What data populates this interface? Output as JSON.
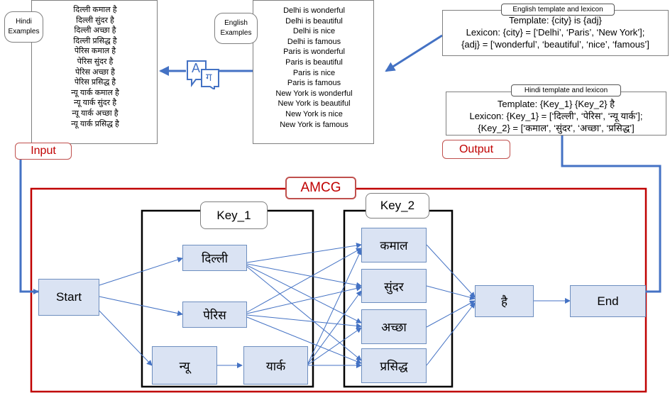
{
  "hindi_examples": {
    "label": "Hindi\nExamples",
    "sentences": [
      "दिल्ली कमाल है",
      "दिल्ली सुंदर है",
      "दिल्ली अच्छा है",
      "दिल्ली प्रसिद्ध है",
      "पेरिस कमाल है",
      "पेरिस सुंदर है",
      "पेरिस अच्छा है",
      "पेरिस प्रसिद्ध है",
      "न्यू यार्क कमाल है",
      "न्यू यार्क सुंदर है",
      "न्यू यार्क अच्छा है",
      "न्यू यार्क प्रसिद्ध है"
    ]
  },
  "english_examples": {
    "label": "English\nExamples",
    "sentences": [
      "Delhi is wonderful",
      "Delhi is beautiful",
      "Delhi is nice",
      "Delhi is famous",
      "Paris is wonderful",
      "Paris is beautiful",
      "Paris is nice",
      "Paris is famous",
      "New York is wonderful",
      "New York is beautiful",
      "New York is nice",
      "New York is famous"
    ]
  },
  "translate_icon": {
    "source_letter": "A",
    "target_letter": "ग"
  },
  "english_template": {
    "title": "English template and lexicon",
    "lines": [
      "Template: {city} is {adj}",
      "Lexicon: {city} = [‘Delhi’, ‘Paris’, ‘New York’];",
      "{adj} = [‘wonderful’, ‘beautiful’, ‘nice’, ‘famous’]"
    ]
  },
  "hindi_template": {
    "title": "Hindi template and lexicon",
    "lines": [
      "Template: {Key_1} {Key_2} है",
      "Lexicon: {Key_1} = [‘दिल्ली’, ‘पेरिस’, ‘न्यू यार्क’];",
      "{Key_2} = [‘कमाल’, ‘सुंदर’, ‘अच्छा’, ‘प्रसिद्ध’]"
    ]
  },
  "labels": {
    "input": "Input",
    "output": "Output",
    "amcg": "AMCG",
    "key1": "Key_1",
    "key2": "Key_2"
  },
  "nodes": {
    "start": "Start",
    "end": "End",
    "delhi": "दिल्ली",
    "paris": "पेरिस",
    "new": "न्यू",
    "york": "यार्क",
    "kamal": "कमाल",
    "sundar": "सुंदर",
    "achha": "अच्छा",
    "prasiddh": "प्रसिद्ध",
    "hai": "है"
  },
  "colors": {
    "accent_red": "#c00000",
    "flow_blue": "#4472c4",
    "node_fill": "#dae3f3"
  }
}
